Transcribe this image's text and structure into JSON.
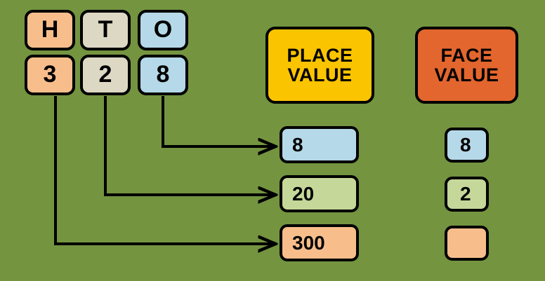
{
  "background_color": "#749440",
  "palette": {
    "orange": "#F7BE8C",
    "beige": "#DCD8C4",
    "blue": "#B5D9E8",
    "light_green": "#C5D89A",
    "yellow": "#FBC400",
    "red_orange": "#E3662E",
    "outline": "#000000"
  },
  "place_chart": {
    "column_headers": [
      {
        "label": "H",
        "color": "orange"
      },
      {
        "label": "T",
        "color": "beige"
      },
      {
        "label": "O",
        "color": "blue"
      }
    ],
    "digits": [
      {
        "label": "3",
        "color": "orange"
      },
      {
        "label": "2",
        "color": "beige"
      },
      {
        "label": "8",
        "color": "blue"
      }
    ],
    "number": "328"
  },
  "headers": {
    "place_value": {
      "line1": "PLACE",
      "line2": "VALUE",
      "color": "yellow"
    },
    "face_value": {
      "line1": "FACE",
      "line2": "VALUE",
      "color": "red_orange"
    }
  },
  "place_values": [
    {
      "label": "8",
      "color": "blue"
    },
    {
      "label": "20",
      "color": "light_green"
    },
    {
      "label": "300",
      "color": "orange"
    }
  ],
  "face_values": [
    {
      "label": "8",
      "color": "blue"
    },
    {
      "label": "2",
      "color": "light_green"
    },
    {
      "label": "",
      "color": "orange"
    }
  ],
  "connectors": [
    {
      "from_digit": "8",
      "to_value": "8"
    },
    {
      "from_digit": "2",
      "to_value": "20"
    },
    {
      "from_digit": "3",
      "to_value": "300"
    }
  ]
}
